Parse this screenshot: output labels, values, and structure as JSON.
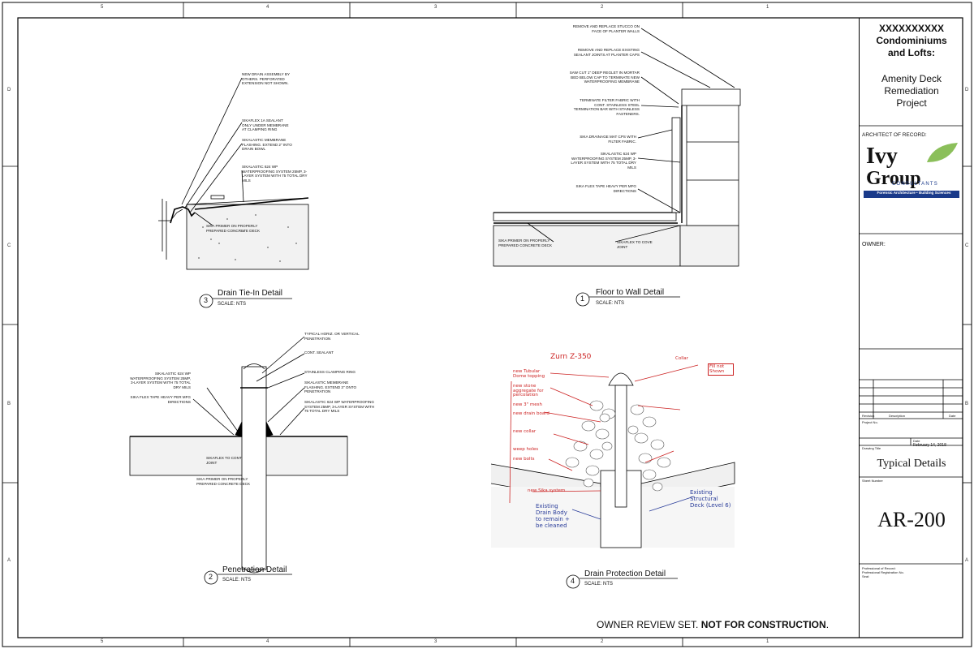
{
  "grid": {
    "top": [
      "5",
      "4",
      "3",
      "2",
      "1"
    ],
    "side": [
      "D",
      "C",
      "B",
      "A"
    ]
  },
  "title_block": {
    "project_name_line1": "XXXXXXXXXX",
    "project_name_line2": "Condominiums",
    "project_name_line3": "and Lofts:",
    "project_sub_line1": "Amenity Deck",
    "project_sub_line2": "Remediation",
    "project_sub_line3": "Project",
    "architect_label": "ARCHITECT OF RECORD:",
    "logo_word1": "Ivy",
    "logo_word2": "Group",
    "logo_word3": "CONSULTANTS",
    "logo_tagline": "Forensic Architecture • Building Sciences",
    "owner_label": "OWNER:",
    "revision_col": "Revision",
    "description_col": "Description",
    "date_col": "Date",
    "project_no_label": "Project No.",
    "date_label": "Date",
    "date_value": "February 14, 2018",
    "drawing_title_label": "Drawing Title",
    "drawing_title": "Typical Details",
    "sheet_number_label": "Sheet Number",
    "sheet_number": "AR-200",
    "professional_label1": "Professional of Record:",
    "professional_label2": "Professional Registration No.",
    "professional_label3": "Seal:"
  },
  "footer": {
    "prefix": "OWNER REVIEW SET.",
    "bold": "NOT FOR CONSTRUCTION",
    "suffix": "."
  },
  "details": [
    {
      "number": "3",
      "title": "Drain Tie-In Detail",
      "scale": "SCALE:  NTS"
    },
    {
      "number": "1",
      "title": "Floor to Wall Detail",
      "scale": "SCALE:  NTS"
    },
    {
      "number": "2",
      "title": "Penetration Detail",
      "scale": "SCALE:  NTS"
    },
    {
      "number": "4",
      "title": "Drain Protection Detail",
      "scale": "SCALE:  NTS"
    }
  ],
  "drain_notes": [
    "NEW DRAIN ASSEMBLY BY OTHERS. PERFORATED EXTENSION NOT SHOWN.",
    "SIKAFLEX 1A SEALANT ONLY UNDER MEMBRANE AT CLAMPING RING",
    "SIKALASTIC MEMBRANE FLASHING. EXTEND 2\" INTO DRAIN BOWL",
    "SIKALASTIC 624 WP WATERPROOFING SYSTEM 25MP, 3-LAYER SYSTEM WITH 75 TOTAL DRY MILS",
    "SIKA PRIMER ON PROPERLY PREPARED CONCRETE DECK"
  ],
  "wall_notes": [
    "REMOVE AND REPLACE STUCCO ON FACE OF PLANTER WALLS",
    "REMOVE AND REPLACE EXISTING SEALANT JOINTS AT PLANTER CAPS",
    "SAW CUT 1\" DEEP REGLET IN MORTAR BED BELOW CAP TO TERMINATE NEW WATERPROOFING MEMBRANE",
    "TERMINATE FILTER FABRIC WITH CONT. STAINLESS STEEL TERMINATION BAR WITH STAINLESS FASTENERS.",
    "SIKA DRAINAGE MAT CPS WITH FILTER FABRIC.",
    "SIKALASTIC 624 WP WATERPROOFING SYSTEM 25MP, 3-LAYER SYSTEM WITH 75 TOTAL DRY MILS",
    "SIKA FLEX TAPE HEAVY PER MFG DIRECTIONS",
    "SIKA PRIMER ON PROPERLY PREPARED CONCRETE DECK",
    "SIKAFLEX TO COVE JOINT"
  ],
  "pen_notes": [
    "TYPICAL HORIZ. OR VERTICAL PENETRATION",
    "CONT. SEALANT",
    "STAINLESS CLAMPING RING",
    "SIKALASTIC MEMBRANE FLASHING. EXTEND 3\" ONTO PENETRATION",
    "SIKALASTIC 624 WP WATERPROOFING SYSTEM 25MP, 3-LAYER SYSTEM WITH 75 TOTAL DRY MILS",
    "SIKALASTIC 624 WP WATERPROOFING SYSTEM 25MP, 3-LAYER SYSTEM WITH 75 TOTAL DRY MILS",
    "SIKA FLEX TAPE HEAVY PER MFG DIRECTIONS",
    "SIKAFLEX TO CONT JOINT",
    "SIKA PRIMER ON PROPERLY PREPARED CONCRETE DECK"
  ],
  "handwritten": {
    "title": "Zurn Z-350",
    "fill_note": "Fill not Shown",
    "collar": "Collar",
    "red_notes": [
      "new Tubular Dome topping",
      "new stone aggregate for percolation",
      "new 3\" mesh",
      "new drain board",
      "new collar",
      "weep holes",
      "new bolts",
      "new Sika system"
    ],
    "blue_notes": [
      "Existing Drain Body to remain + be cleaned",
      "Existing Structural Deck (Level 6)"
    ]
  }
}
